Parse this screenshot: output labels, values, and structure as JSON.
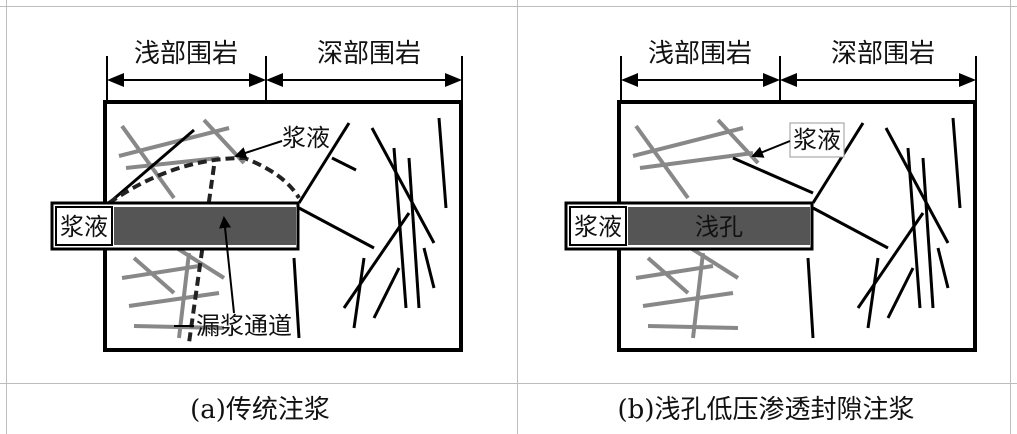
{
  "panels": [
    {
      "id": "a",
      "shallow_rock_label": "浅部围岩",
      "deep_rock_label": "深部围岩",
      "grout_label": "浆液",
      "pipe_label": "浆液",
      "leak_channel_label": "漏浆通道",
      "caption": "(a)传统注浆"
    },
    {
      "id": "b",
      "shallow_rock_label": "浅部围岩",
      "deep_rock_label": "深部围岩",
      "grout_label": "浆液",
      "pipe_label": "浆液",
      "hole_label": "浅孔",
      "caption": "(b)浅孔低压渗透封隙注浆"
    }
  ],
  "colors": {
    "pipe_fill": "#555555",
    "crack_gray": "#888888",
    "crack_black": "#000000",
    "border": "#000000"
  }
}
